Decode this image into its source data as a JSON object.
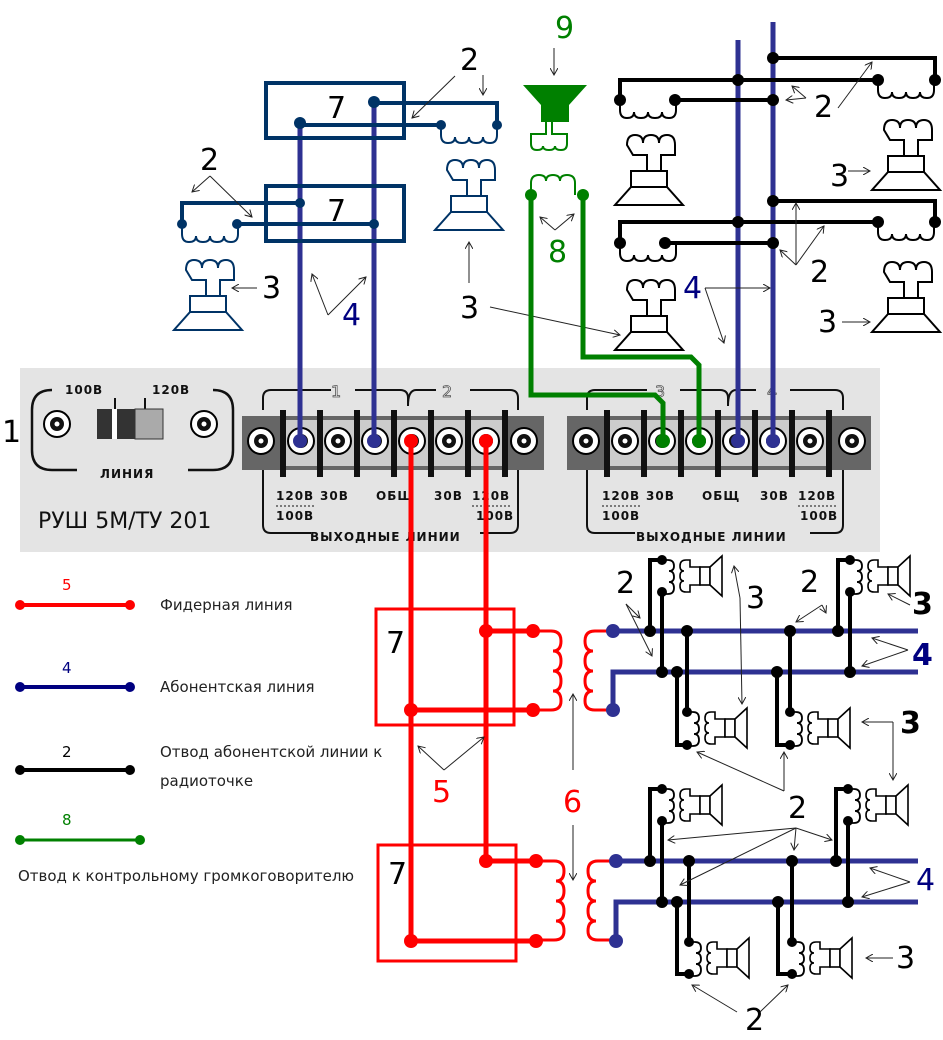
{
  "colors": {
    "feeder": "#ff0000",
    "subscriber": "#2e3192",
    "subscriber_dark": "#003366",
    "tap": "#000000",
    "monitor": "#008000",
    "panel_bg": "#e4e4e4",
    "terminal_strip": "#666666"
  },
  "panel": {
    "callout": "1",
    "switch_label_left": "100В",
    "switch_label_right": "120В",
    "switch_group_label": "ЛИНИЯ",
    "model": "РУШ 5М/ТУ 201",
    "output_group_label": "ВЫХОДНЫЕ ЛИНИИ",
    "blocks": [
      {
        "id": "left",
        "channels": [
          "1",
          "2"
        ],
        "terminals": [
          "120В",
          "30В",
          "ОБЩ",
          "30В",
          "120В"
        ],
        "sub": [
          "100В",
          "",
          "",
          "",
          "100В"
        ]
      },
      {
        "id": "right",
        "channels": [
          "3",
          "4"
        ],
        "terminals": [
          "120В",
          "30В",
          "ОБЩ",
          "30В",
          "120В"
        ],
        "sub": [
          "100В",
          "",
          "",
          "",
          "100В"
        ]
      }
    ]
  },
  "callouts": {
    "tap": "2",
    "speaker": "3",
    "subscriber_line": "4",
    "feeder_line": "5",
    "transformer": "6",
    "junction_box": "7",
    "monitor_tap": "8",
    "monitor_speaker": "9"
  },
  "legend": [
    {
      "num": "5",
      "label": "Фидерная линия",
      "color": "#ff0000"
    },
    {
      "num": "4",
      "label": "Абонентская линия",
      "color": "#000080"
    },
    {
      "num": "2",
      "label": "Отвод абонентской линии к",
      "label2": "радиоточке",
      "color": "#000000"
    },
    {
      "num": "8",
      "label": "Отвод к контрольному громкоговорителю",
      "color": "#008000"
    }
  ]
}
